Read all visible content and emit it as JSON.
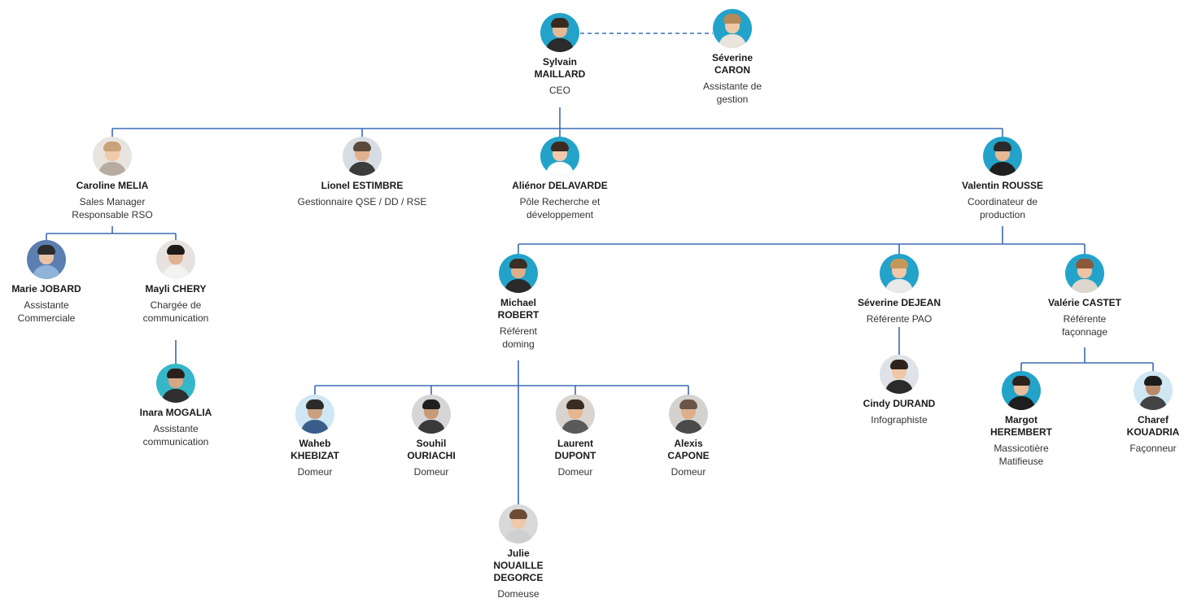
{
  "people": [
    {
      "id": "ceo",
      "name": [
        "Sylvain",
        "MAILLARD"
      ],
      "role": [
        "CEO"
      ],
      "avatar": {
        "bg": "#23a3c9",
        "skin": "#e8b894",
        "hair": "#3a2a1e",
        "shirt": "#2b2b2b"
      }
    },
    {
      "id": "assist-gestion",
      "name": [
        "Séverine",
        "CARON"
      ],
      "role": [
        "Assistante de",
        "gestion"
      ],
      "avatar": {
        "bg": "#23a3c9",
        "skin": "#f0c8a8",
        "hair": "#b58a5a",
        "shirt": "#e9e4dc"
      }
    },
    {
      "id": "sales",
      "name": [
        "Caroline MELIA"
      ],
      "role": [
        "Sales Manager",
        "Responsable RSO"
      ],
      "avatar": {
        "bg": "#e8e4e0",
        "skin": "#efc9aa",
        "hair": "#c9a27a",
        "shirt": "#b8aca0"
      }
    },
    {
      "id": "qse",
      "name": [
        "Lionel ESTIMBRE"
      ],
      "role": [
        "Gestionnaire QSE / DD / RSE"
      ],
      "avatar": {
        "bg": "#d8dde3",
        "skin": "#e2b08e",
        "hair": "#5b4a3b",
        "shirt": "#3c3c3c"
      }
    },
    {
      "id": "rd",
      "name": [
        "Aliénor DELAVARDE"
      ],
      "role": [
        "Pôle Recherche et",
        "développement"
      ],
      "avatar": {
        "bg": "#23a3c9",
        "skin": "#f1c9aa",
        "hair": "#3e2b20",
        "shirt": "#ffffff"
      }
    },
    {
      "id": "prod",
      "name": [
        "Valentin ROUSSE"
      ],
      "role": [
        "Coordinateur de",
        "production"
      ],
      "avatar": {
        "bg": "#23a3c9",
        "skin": "#e8b894",
        "hair": "#2a2a2a",
        "shirt": "#1f1f1f"
      }
    },
    {
      "id": "jobard",
      "name": [
        "Marie JOBARD"
      ],
      "role": [
        "Assistante",
        "Commerciale"
      ],
      "avatar": {
        "bg": "#5a7fb0",
        "skin": "#e9c3a4",
        "hair": "#2c2c2c",
        "shirt": "#8fb3d9"
      }
    },
    {
      "id": "chery",
      "name": [
        "Mayli CHERY"
      ],
      "role": [
        "Chargée de",
        "communication"
      ],
      "avatar": {
        "bg": "#e7e2df",
        "skin": "#e0b193",
        "hair": "#1e1a18",
        "shirt": "#f2f2f2"
      }
    },
    {
      "id": "mogalia",
      "name": [
        "Inara MOGALIA"
      ],
      "role": [
        "Assistante",
        "communication"
      ],
      "avatar": {
        "bg": "#36b7c9",
        "skin": "#d7a784",
        "hair": "#2a211b",
        "shirt": "#2f2f2f"
      }
    },
    {
      "id": "robert",
      "name": [
        "Michael",
        "ROBERT"
      ],
      "role": [
        "Référent",
        "doming"
      ],
      "avatar": {
        "bg": "#23a3c9",
        "skin": "#deae8a",
        "hair": "#3a2e25",
        "shirt": "#2a2a2a"
      }
    },
    {
      "id": "dejean",
      "name": [
        "Séverine DEJEAN"
      ],
      "role": [
        "Référente PAO"
      ],
      "avatar": {
        "bg": "#23a3c9",
        "skin": "#f0c8a6",
        "hair": "#c6975d",
        "shirt": "#e9e9e9"
      }
    },
    {
      "id": "castet",
      "name": [
        "Valérie CASTET"
      ],
      "role": [
        "Référente",
        "façonnage"
      ],
      "avatar": {
        "bg": "#23a3c9",
        "skin": "#efc3a2",
        "hair": "#8b5a3a",
        "shirt": "#ded6cc"
      }
    },
    {
      "id": "khebizat",
      "name": [
        "Waheb",
        "KHEBIZAT"
      ],
      "role": [
        "Domeur"
      ],
      "avatar": {
        "bg": "#cfe7f2",
        "skin": "#caa07f",
        "hair": "#2a2a2a",
        "shirt": "#3b5d8a"
      }
    },
    {
      "id": "ouriachi",
      "name": [
        "Souhil",
        "OURIACHI"
      ],
      "role": [
        "Domeur"
      ],
      "avatar": {
        "bg": "#d6d6d6",
        "skin": "#c79a78",
        "hair": "#1f1f1f",
        "shirt": "#3a3a3a"
      }
    },
    {
      "id": "dupont",
      "name": [
        "Laurent",
        "DUPONT"
      ],
      "role": [
        "Domeur"
      ],
      "avatar": {
        "bg": "#d9d4cf",
        "skin": "#e3b591",
        "hair": "#3a2c22",
        "shirt": "#5a5a5a"
      }
    },
    {
      "id": "capone",
      "name": [
        "Alexis",
        "CAPONE"
      ],
      "role": [
        "Domeur"
      ],
      "avatar": {
        "bg": "#d4d2cf",
        "skin": "#dcae8b",
        "hair": "#6a5646",
        "shirt": "#4a4a4a"
      }
    },
    {
      "id": "durand",
      "name": [
        "Cindy DURAND"
      ],
      "role": [
        "Infographiste"
      ],
      "avatar": {
        "bg": "#dfe3e7",
        "skin": "#efc6a6",
        "hair": "#2f241d",
        "shirt": "#2b2b2b"
      }
    },
    {
      "id": "herembert",
      "name": [
        "Margot",
        "HEREMBERT"
      ],
      "role": [
        "Massicotière",
        "Matifieuse"
      ],
      "avatar": {
        "bg": "#23a3c9",
        "skin": "#e9bc9c",
        "hair": "#2c2219",
        "shirt": "#1e1e1e"
      }
    },
    {
      "id": "kouadria",
      "name": [
        "Charef",
        "KOUADRIA"
      ],
      "role": [
        "Façonneur"
      ],
      "avatar": {
        "bg": "#cfe7f2",
        "skin": "#b98a68",
        "hair": "#1c1c1c",
        "shirt": "#444444"
      }
    },
    {
      "id": "nouaille",
      "name": [
        "Julie",
        "NOUAILLE",
        "DEGORCE"
      ],
      "role": [
        "Domeuse"
      ],
      "avatar": {
        "bg": "#d9d9d9",
        "skin": "#efc8aa",
        "hair": "#6b4d35",
        "shirt": "#d0d0d0"
      }
    }
  ],
  "colors": {
    "line": "#3b6bb5",
    "dashed": "#3b6bb5"
  }
}
